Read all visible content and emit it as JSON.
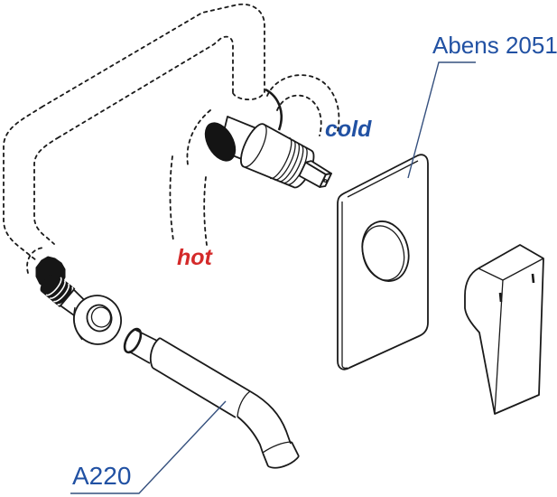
{
  "labels": {
    "plate_model": "Abens 2051",
    "cold_marker": "cold",
    "hot_marker": "hot",
    "spout_model": "A220"
  },
  "colors": {
    "label_blue": "#2151a3",
    "hot_red": "#d42a2a",
    "leader_blue": "#35507e",
    "line_art": "#1a1a1a",
    "background": "#ffffff"
  }
}
